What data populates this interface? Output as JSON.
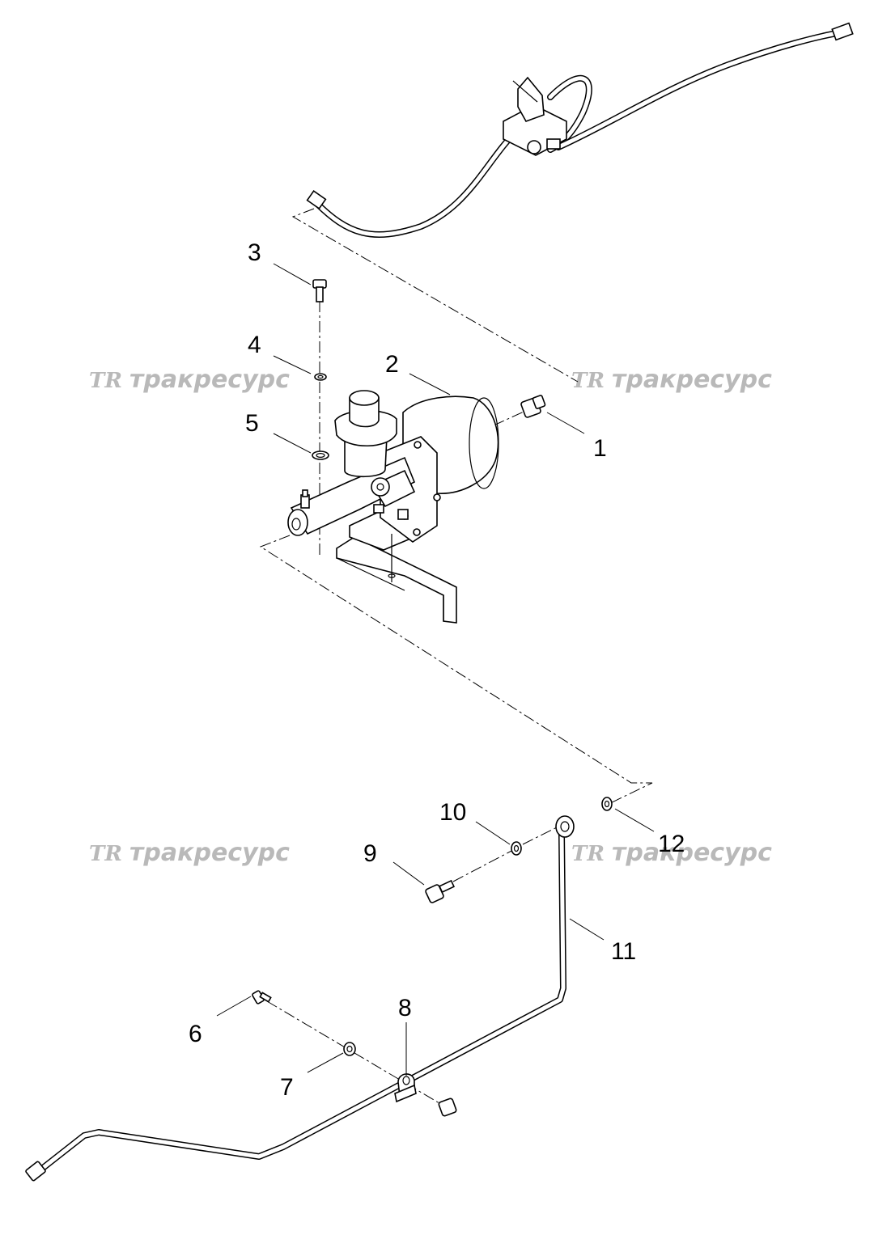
{
  "callouts": [
    {
      "id": "1",
      "label": "1"
    },
    {
      "id": "2",
      "label": "2"
    },
    {
      "id": "3",
      "label": "3"
    },
    {
      "id": "4",
      "label": "4"
    },
    {
      "id": "5",
      "label": "5"
    },
    {
      "id": "6",
      "label": "6"
    },
    {
      "id": "7",
      "label": "7"
    },
    {
      "id": "8",
      "label": "8"
    },
    {
      "id": "9",
      "label": "9"
    },
    {
      "id": "10",
      "label": "10"
    },
    {
      "id": "11",
      "label": "11"
    },
    {
      "id": "12",
      "label": "12"
    }
  ],
  "watermark": {
    "logo": "TR",
    "text": "тракресурс"
  }
}
